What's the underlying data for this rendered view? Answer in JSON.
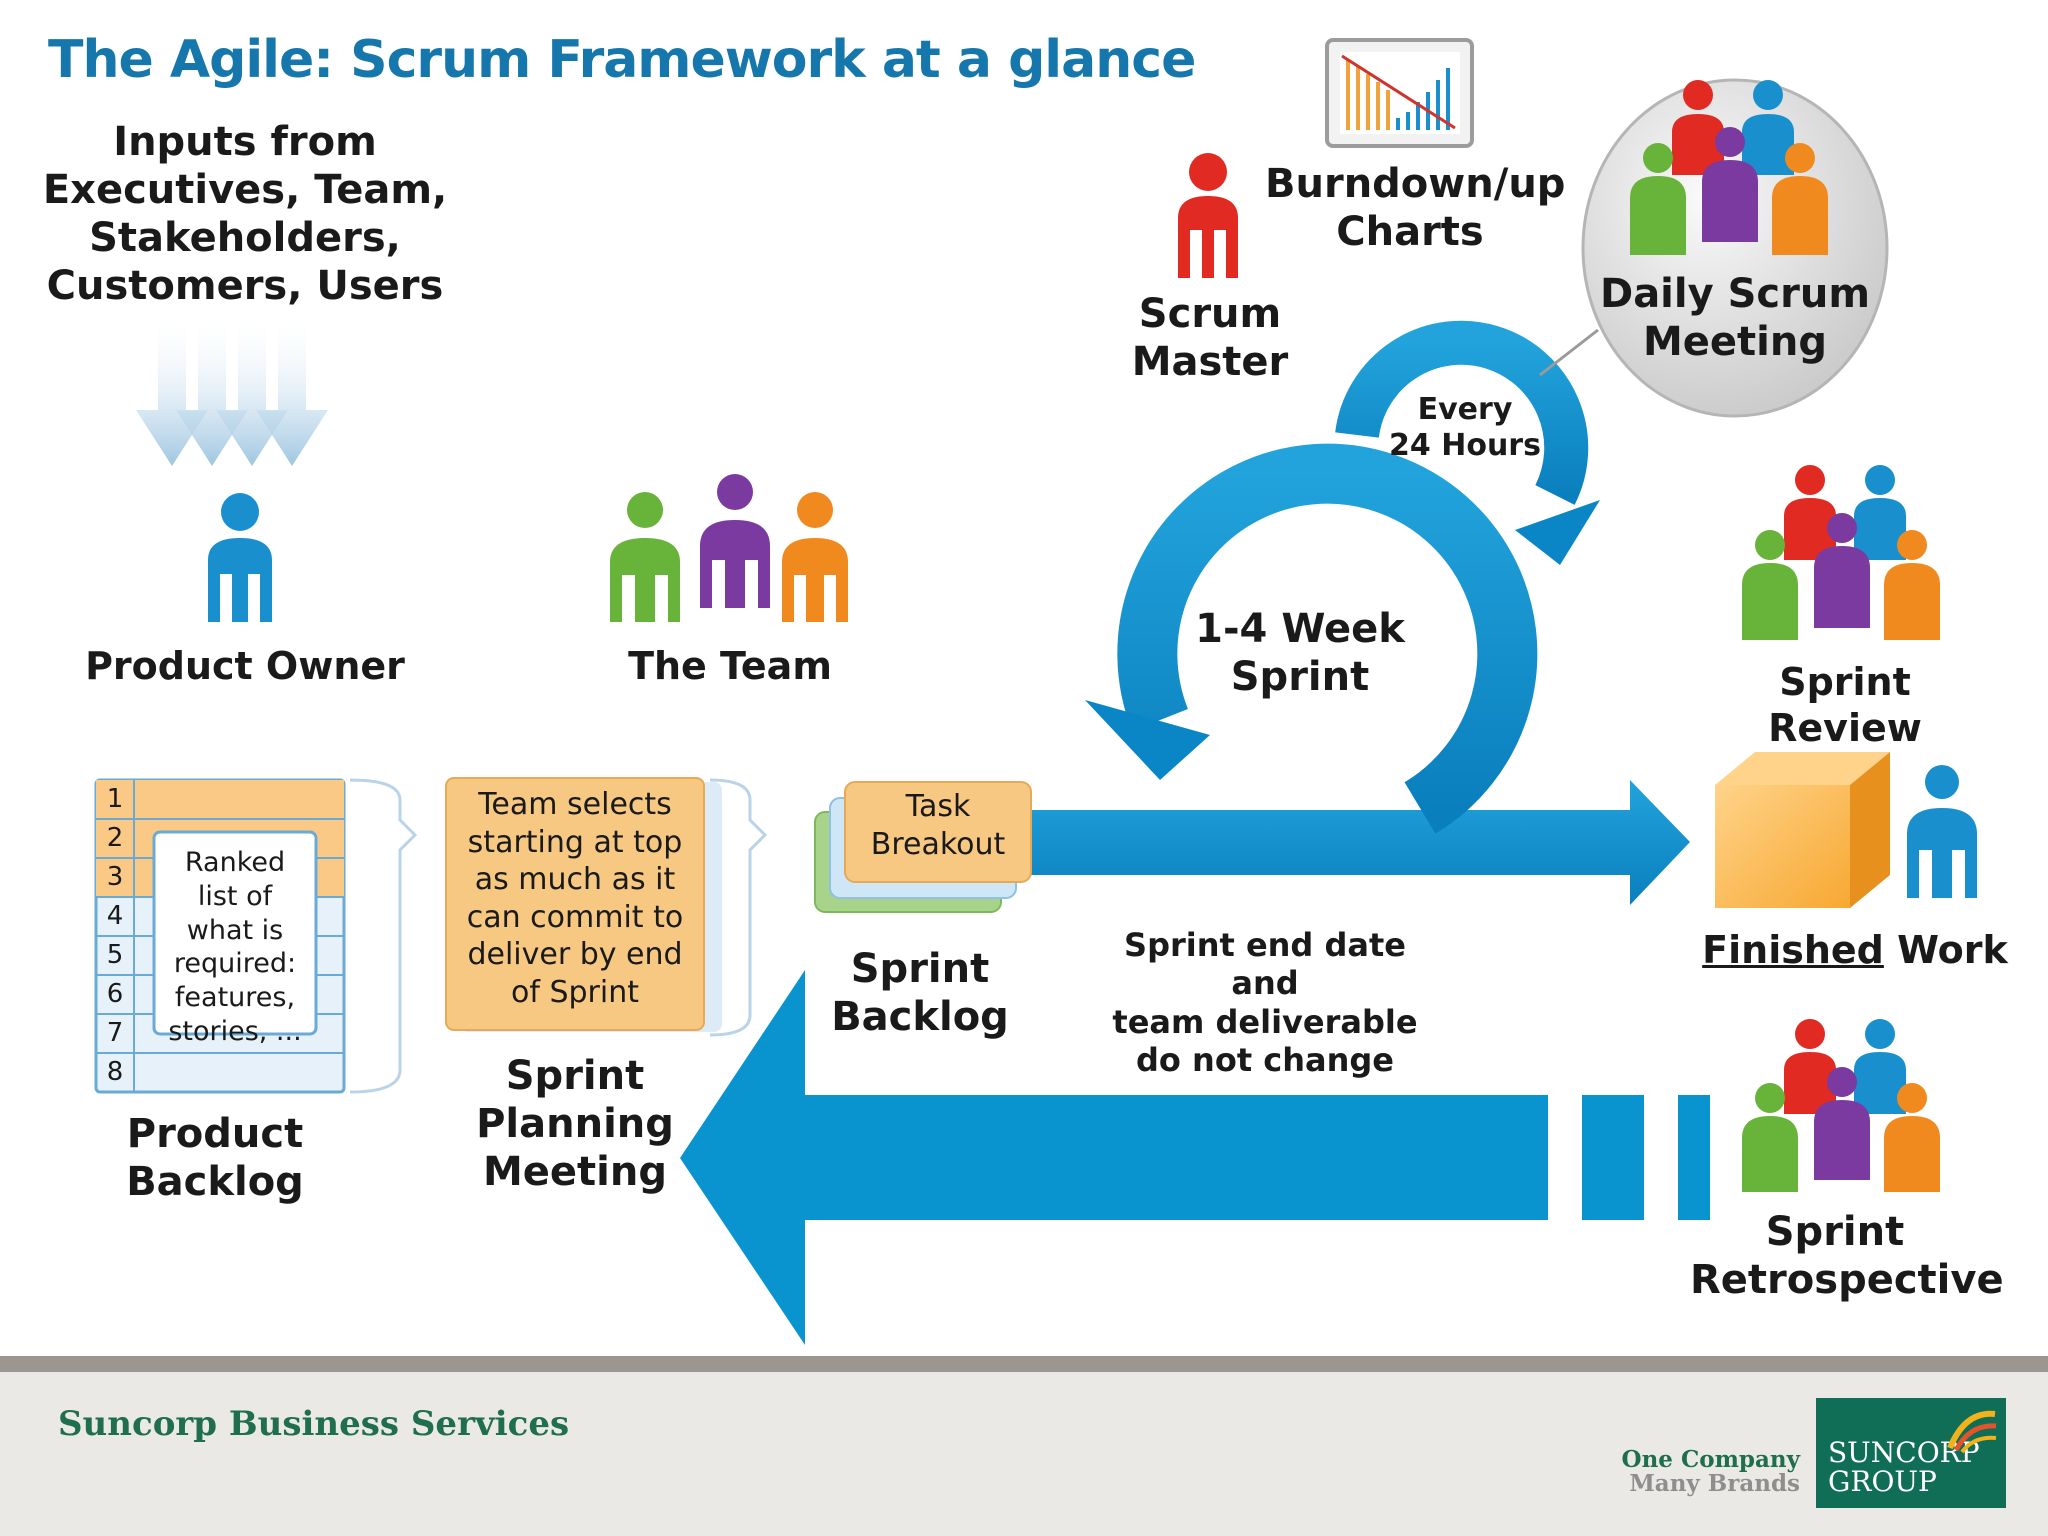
{
  "title": "The Agile: Scrum Framework at a glance",
  "inputs_label": "Inputs from Executives, Team, Stakeholders, Customers, Users",
  "roles": {
    "product_owner": "Product Owner",
    "the_team": "The Team",
    "scrum_master_line1": "Scrum",
    "scrum_master_line2": "Master",
    "burndown_line1": "Burndown/up",
    "burndown_line2": "Charts",
    "daily_scrum_line1": "Daily Scrum",
    "daily_scrum_line2": "Meeting"
  },
  "cycle": {
    "every_line1": "Every",
    "every_line2": "24 Hours",
    "sprint_line1": "1-4 Week",
    "sprint_line2": "Sprint"
  },
  "product_backlog": {
    "rows": [
      "1",
      "2",
      "3",
      "4",
      "5",
      "6",
      "7",
      "8"
    ],
    "note": "Ranked list of what is required: features, stories, ...",
    "label_line1": "Product",
    "label_line2": "Backlog"
  },
  "sprint_planning": {
    "note": "Team selects starting at top as much as it can commit to deliver by end of Sprint",
    "label_line1": "Sprint",
    "label_line2": "Planning",
    "label_line3": "Meeting"
  },
  "sprint_backlog": {
    "task_line1": "Task",
    "task_line2": "Breakout",
    "label_line1": "Sprint",
    "label_line2": "Backlog"
  },
  "sprint_end_note_line1": "Sprint end date and",
  "sprint_end_note_line2": "team deliverable",
  "sprint_end_note_line3": "do not change",
  "outcomes": {
    "sprint_review": "Sprint Review",
    "finished_word1": "Finished",
    "finished_word2": "Work",
    "retro_line1": "Sprint",
    "retro_line2": "Retrospective"
  },
  "footer": {
    "company": "Suncorp Business Services",
    "tagline_line1": "One Company",
    "tagline_line2": "Many Brands",
    "logo_line1": "SUNCORP",
    "logo_line2": "GROUP"
  },
  "colors": {
    "arrow_blue": "#0a94cf",
    "title_blue": "#1677ac",
    "orange_note": "#f7c882",
    "footer_green": "#1f6e4e"
  }
}
